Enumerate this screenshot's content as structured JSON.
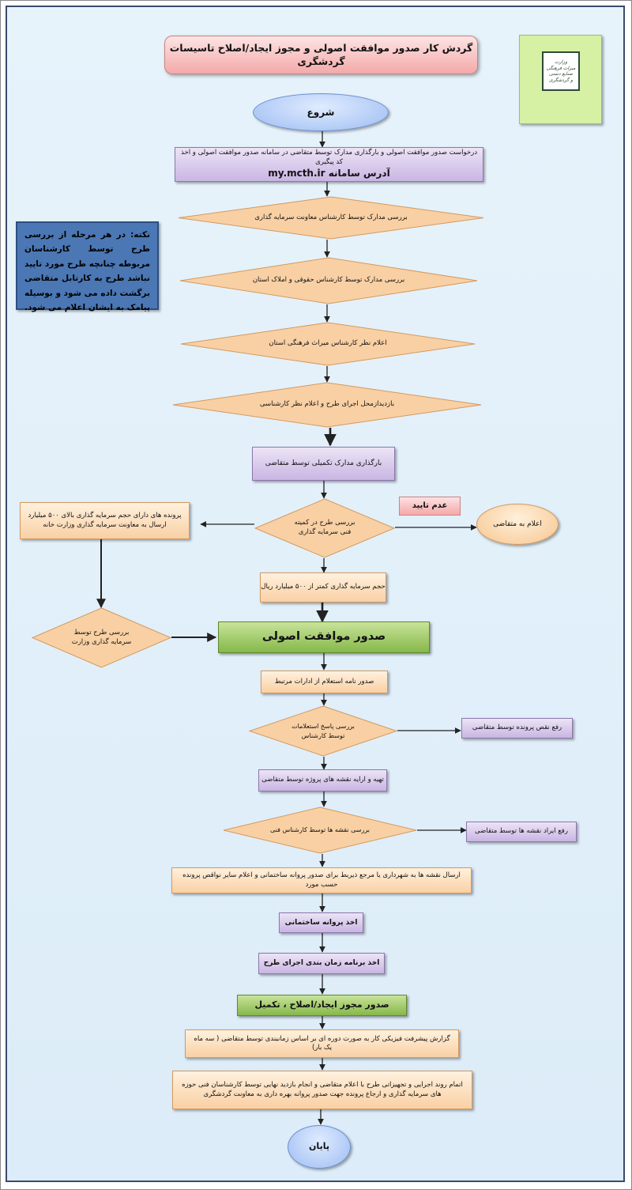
{
  "title": "گردش کار صدور موافقت اصولی و مجوز ایجاد/اصلاح تاسیسات گردشگری",
  "logo": {
    "line1": "وزارت",
    "line2": "میراث فرهنگی",
    "line3": "صنایع دستی",
    "line4": "و گردشگری"
  },
  "note": "نکته: در هر مرحله از بررسی طرح توسط کارشناسان مربوطه چنانچه طرح مورد تایید نباشد طرح به کارتابل متقاضی برگشت داده می شود و بوسیله پیامک به ایشان اعلام می شود.",
  "flow": {
    "start": "شروع",
    "request_line1": "درخواست صدور موافقت اصولی و بارگذاری مدارک توسط متقاضی در سامانه صدور موافقت اصولی و اخذ کد پیگیری",
    "request_line2": "آدرس سامانه  my.mcth.ir",
    "review_investment": "بررسی مدارک توسط کارشناس معاونت سرمایه گذاری",
    "review_legal": "بررسی مدارک توسط کارشناس حقوقی و املاک استان",
    "heritage_opinion": "اعلام نظر کارشناس میراث فرهنگی استان",
    "site_visit": "بازدیدازمحل اجرای طرح و اعلام نظر کارشناسی",
    "upload_docs": "بارگذاری مدارک تکمیلی توسط متقاضی",
    "committee_review": "بررسی طرح در کمیته فنی سرمایه گذاری",
    "large_projects": "پرونده های دارای حجم سرمایه گذاری بالای ۵۰۰ میلیارد ارسال به معاونت سرمایه گذاری وزارت خانه",
    "reject_label": "عدم تایید",
    "notify_applicant": "اعلام به متقاضی",
    "small_investment": "حجم سرمایه گذاری کمتر از ۵۰۰ میلیارد ریال",
    "ministry_review": "بررسی طرح توسط سرمایه گذاری وزارت",
    "issue_approval": "صدور موافقت اصولی",
    "inquiry_letter": "صدور نامه استعلام از ادارات مرتبط",
    "review_inquiries": "بررسی پاسخ استعلامات توسط کارشناس",
    "fix_file": "رفع نقص پرونده توسط متقاضی",
    "prepare_maps": "تهیه و ارایه نقشه  های پروژه  توسط متقاضی",
    "review_maps": "بررسی نقشه ها توسط کارشناس فنی",
    "fix_maps": "رفع ایراد نقشه ها توسط متقاضی",
    "send_maps": "ارسال نقشه ها به شهرداری یا مرجع ذیربط برای صدور پروانه ساختمانی و اعلام سایر نواقص پرونده حسب مورد",
    "building_permit": "اخذ پروانه ساختمانی",
    "schedule": "اخذ برنامه زمان بندی اجرای طرح",
    "issue_permit": "صدور مجوز ایجاد/اصلاح ، تکمیل",
    "progress_report": "گزارش پیشرفت فیزیکی کار به صورت دوره ای بر اساس زمانبندی توسط متقاضی ( سه ماه یک بار)",
    "completion": "اتمام روند اجرایی و تجهیزاتی طرح با اعلام متقاضی و انجام بازدید نهایی توسط کارشناسان فنی حوزه های سرمایه گذاری و ارجاع پرونده جهت صدور پروانه بهره داری به معاونت گردشگری",
    "end": "پایان"
  },
  "colors": {
    "background": "#dcecf8",
    "purple_box": "#c9b5e3",
    "orange_box": "#f9d0a4",
    "green_box": "#86b84a",
    "start_oval": "#9dbcf2",
    "note_box": "#4b77b4",
    "title_box": "#f4a9a9",
    "arrow": "#222222"
  }
}
